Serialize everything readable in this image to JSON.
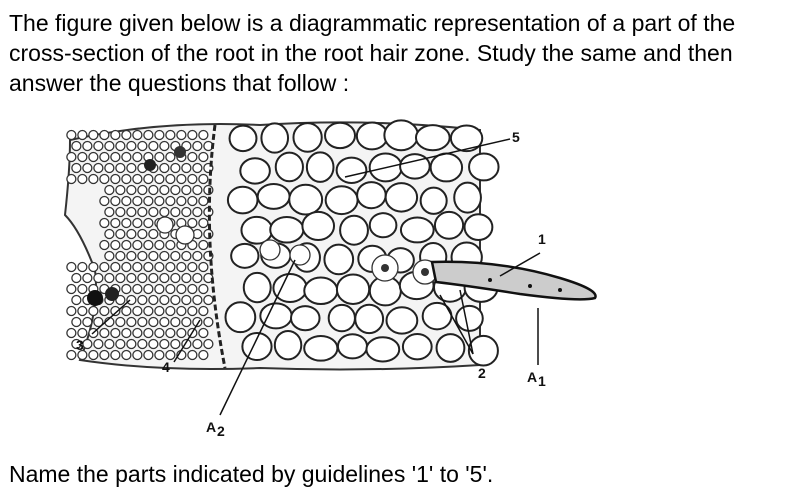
{
  "question": {
    "text": "The figure given below is a diagrammatic representation of a part of the cross-section of the root in the root hair zone. Study the same and then answer the questions that follow :"
  },
  "figure": {
    "labels": {
      "l1": "1",
      "l2": "2",
      "l3": "3",
      "l4": "4",
      "l5": "5",
      "a1": "A",
      "a1_sub": "1",
      "a2": "A",
      "a2_sub": "2"
    }
  },
  "prompt": {
    "text": "Name the parts indicated by guidelines '1' to '5'."
  }
}
